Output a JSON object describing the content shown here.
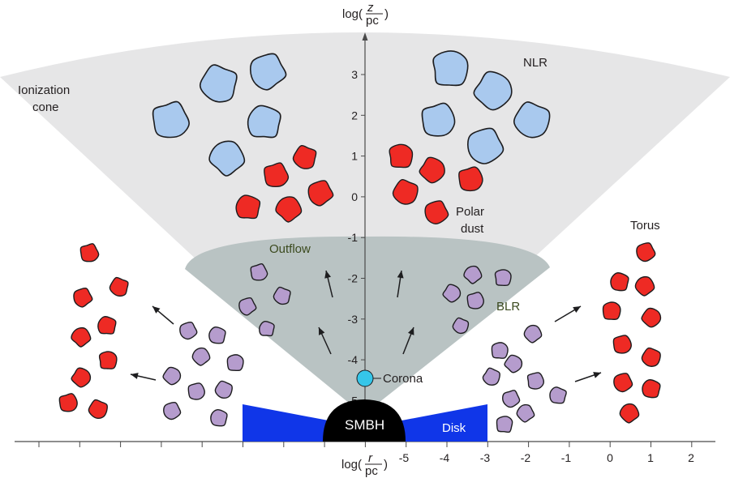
{
  "diagram": {
    "labels": {
      "ionization_cone_line1": "Ionization",
      "ionization_cone_line2": "cone",
      "nlr": "NLR",
      "polar_dust_line1": "Polar",
      "polar_dust_line2": "dust",
      "outflow": "Outflow",
      "blr": "BLR",
      "torus": "Torus",
      "corona": "Corona",
      "smbh": "SMBH",
      "disk": "Disk"
    },
    "axes": {
      "vertical": {
        "label_prefix": "log(",
        "label_num": "z",
        "label_den": "pc",
        "label_suffix": ")",
        "ticks": [
          "3",
          "2",
          "1",
          "0",
          "-1",
          "-2",
          "-3",
          "-4",
          "-5"
        ]
      },
      "horizontal": {
        "label_prefix": "log(",
        "label_num": "r",
        "label_den": "pc",
        "label_suffix": ")",
        "ticks": [
          "-5",
          "-4",
          "-3",
          "-2",
          "-1",
          "0",
          "1",
          "2"
        ]
      }
    },
    "colors": {
      "cone": "#e6e6e7",
      "outflow_region": "#b9c3c3",
      "nlr_clouds": "#a9c9ee",
      "dust_clouds": "#ee2a24",
      "blr_clouds": "#b59ccd",
      "disk": "#1036e8",
      "smbh": "#000000",
      "corona": "#35c6e9"
    }
  }
}
